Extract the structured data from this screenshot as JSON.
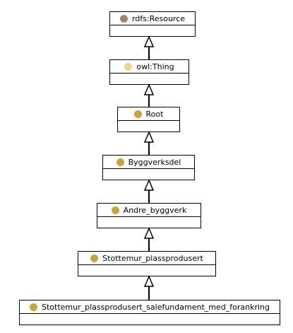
{
  "nodes": [
    {
      "id": "rdfs-resource",
      "label": "rdfs:Resource",
      "color": "#a08474"
    },
    {
      "id": "owl-thing",
      "label": "owl:Thing",
      "color": "#ecd37f"
    },
    {
      "id": "root",
      "label": "Root",
      "color": "#c8a432"
    },
    {
      "id": "byggverksdel",
      "label": "Byggverksdel",
      "color": "#c8a432"
    },
    {
      "id": "andre-byggverk",
      "label": "Andre_byggverk",
      "color": "#c8a432"
    },
    {
      "id": "stottemur-plassprodusert",
      "label": "Stottemur_plassprodusert",
      "color": "#c8a432"
    },
    {
      "id": "stottemur-salefundament",
      "label": "Stottemur_plassprodusert_salefundament_med_forankring",
      "color": "#c8a432"
    }
  ],
  "edges": [
    {
      "from": "owl-thing",
      "to": "rdfs-resource",
      "type": "subclass-of"
    },
    {
      "from": "root",
      "to": "owl-thing",
      "type": "subclass-of"
    },
    {
      "from": "byggverksdel",
      "to": "root",
      "type": "subclass-of"
    },
    {
      "from": "andre-byggverk",
      "to": "byggverksdel",
      "type": "subclass-of"
    },
    {
      "from": "stottemur-plassprodusert",
      "to": "andre-byggverk",
      "type": "subclass-of"
    },
    {
      "from": "stottemur-salefundament",
      "to": "stottemur-plassprodusert",
      "type": "subclass-of"
    }
  ]
}
